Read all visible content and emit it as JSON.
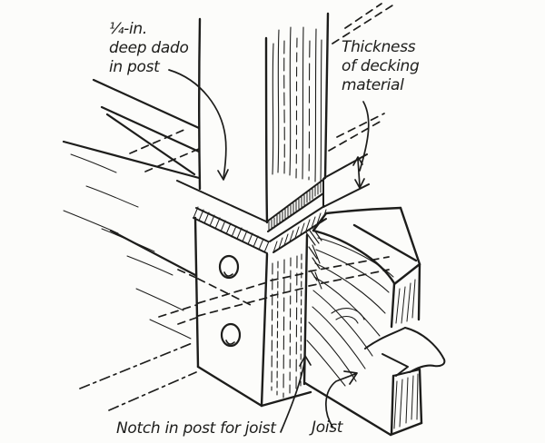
{
  "figure": {
    "paper_color": "#fcfcfa",
    "ink_color": "#1d1d1b",
    "labels": {
      "dado": "¼-in.\ndeep dado\nin post",
      "decking_thickness": "Thickness\nof decking\nmaterial",
      "notch": "Notch in post for joist",
      "joist": "Joist"
    }
  }
}
